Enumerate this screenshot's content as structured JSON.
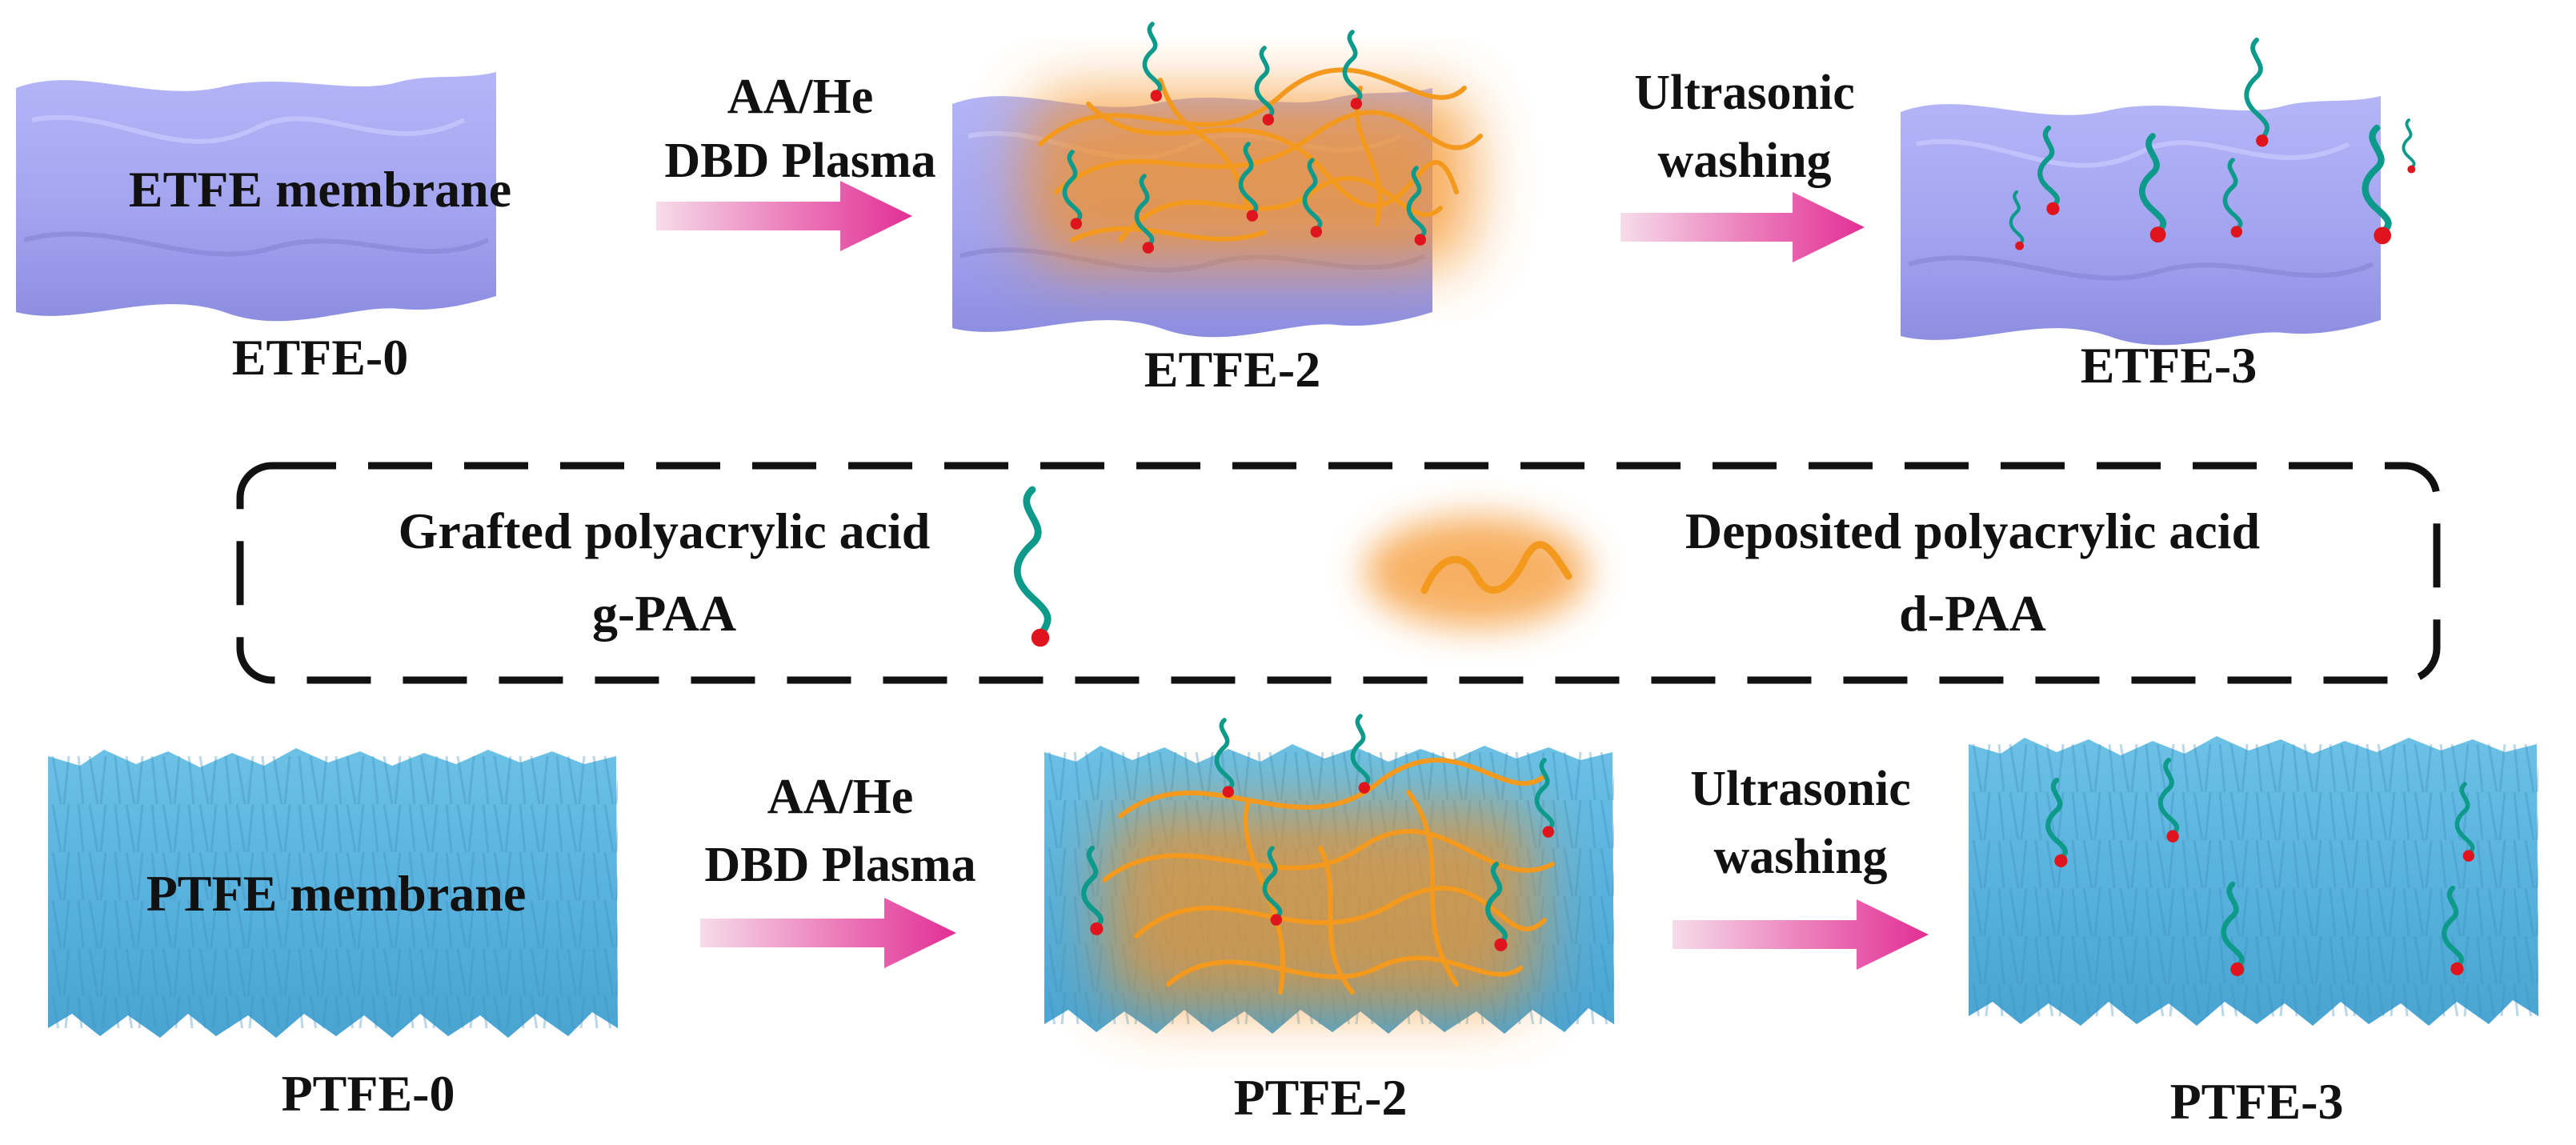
{
  "etfe": {
    "membrane_label": "ETFE membrane",
    "samples": [
      "ETFE-0",
      "ETFE-2",
      "ETFE-3"
    ]
  },
  "ptfe": {
    "membrane_label": "PTFE membrane",
    "samples": [
      "PTFE-0",
      "PTFE-2",
      "PTFE-3"
    ]
  },
  "steps": {
    "plasma_line1": "AA/He",
    "plasma_line2": "DBD Plasma",
    "wash_line1": "Ultrasonic",
    "wash_line2": "washing"
  },
  "legend": {
    "grafted_line1": "Grafted polyacrylic acid",
    "grafted_line2": "g-PAA",
    "deposited_line1": "Deposited polyacrylic acid",
    "deposited_line2": "d-PAA"
  },
  "colors": {
    "etfe_membrane": "#a7a8f2",
    "ptfe_membrane": "#5ab3dc",
    "grafted_chain": "#0d9a8a",
    "chain_end": "#e0141c",
    "deposited": "#f39a1e",
    "arrow": "#e5399c"
  }
}
